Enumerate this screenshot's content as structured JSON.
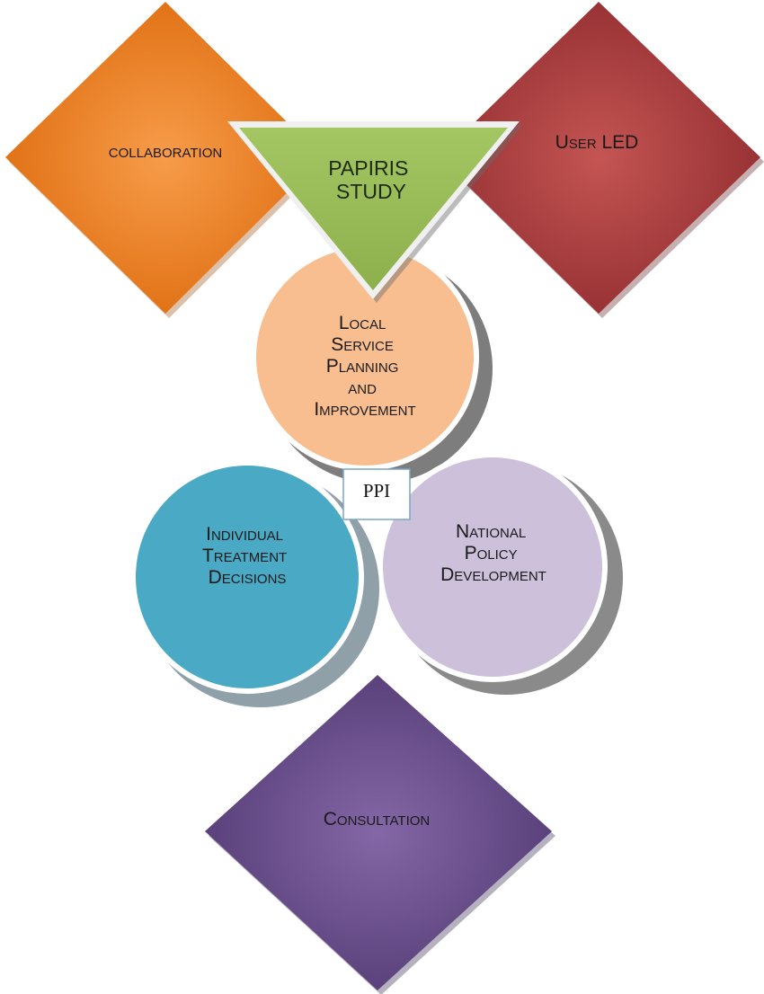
{
  "nodes": {
    "collaboration": {
      "lines": [
        "collaboration"
      ],
      "color": "#e8741a"
    },
    "user_led": {
      "lines": [
        "User LED"
      ],
      "color": "#a8393b"
    },
    "papiris": {
      "lines": [
        "PAPIRIS",
        "STUDY"
      ],
      "color": "#96bb55"
    },
    "local": {
      "lines": [
        "Local",
        "Service",
        "Planning",
        "and",
        "Improvement"
      ],
      "color": "#f8be90"
    },
    "individual": {
      "lines": [
        "Individual",
        "Treatment",
        "Decisions"
      ],
      "color": "#4aa9c4"
    },
    "national": {
      "lines": [
        "National",
        "Policy",
        "Development"
      ],
      "color": "#ccc0da"
    },
    "ppi": {
      "lines": [
        "PPI"
      ],
      "color": "#ffffff"
    },
    "consultation": {
      "lines": [
        "Consultation"
      ],
      "color": "#664d8a"
    }
  }
}
